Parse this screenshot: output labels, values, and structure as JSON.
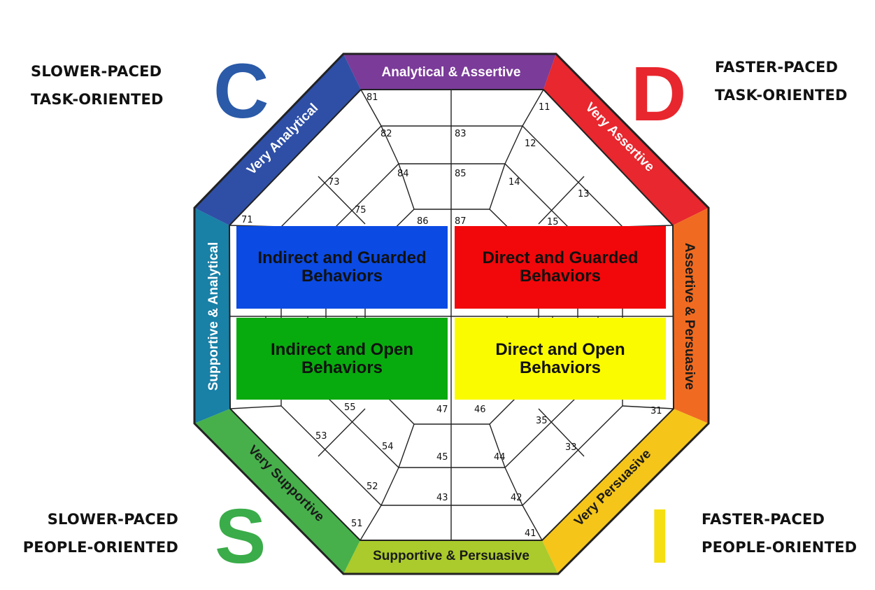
{
  "corners": {
    "top_left": [
      "SLOWER-PACED",
      "TASK-ORIENTED"
    ],
    "top_right": [
      "FASTER-PACED",
      "TASK-ORIENTED"
    ],
    "bottom_left": [
      "SLOWER-PACED",
      "PEOPLE-ORIENTED"
    ],
    "bottom_right": [
      "FASTER-PACED",
      "PEOPLE-ORIENTED"
    ]
  },
  "letters": {
    "c": "C",
    "d": "D",
    "s": "S",
    "i": "I"
  },
  "letter_colors": {
    "c": "#2a5aa8",
    "d": "#e8262d",
    "s": "#3aac49",
    "i": "#f5df12"
  },
  "band_labels": {
    "top": "Analytical & Assertive",
    "top_right": "Very Assertive",
    "right": "Assertive & Persuasive",
    "bottom_right": "Very Persuasive",
    "bottom": "Supportive & Persuasive",
    "bottom_left": "Very Supportive",
    "left": "Supportive & Analytical",
    "top_left": "Very Analytical"
  },
  "band_colors": {
    "top": "#7a3a9a",
    "top_right": "#e8262d",
    "right": "#f06a1f",
    "bottom_right": "#f5c419",
    "bottom": "#b0cc2a",
    "bottom_left": "#46b04a",
    "left": "#1a7fa8",
    "top_left": "#3050a8"
  },
  "quadrants": {
    "indirect_guarded": [
      "Indirect and Guarded",
      "Behaviors"
    ],
    "direct_guarded": [
      "Direct and Guarded",
      "Behaviors"
    ],
    "indirect_open": [
      "Indirect and Open",
      "Behaviors"
    ],
    "direct_open": [
      "Direct and Open",
      "Behaviors"
    ]
  },
  "quadrant_colors": {
    "indirect_guarded": "#0b4ae3",
    "direct_guarded": "#f2080a",
    "indirect_open": "#08ab0e",
    "direct_open": "#fbfb00"
  },
  "cell_numbers": {
    "top": [
      "81",
      "82",
      "83",
      "84",
      "85",
      "86",
      "87"
    ],
    "top_right": [
      "11",
      "12",
      "13",
      "14",
      "15"
    ],
    "top_left": [
      "71",
      "73",
      "75"
    ],
    "right": [
      "31"
    ],
    "bottom_right": [
      "33",
      "35",
      "41",
      "42",
      "44",
      "46"
    ],
    "bottom": [
      "43",
      "45",
      "47"
    ],
    "bottom_left": [
      "51",
      "52",
      "53",
      "54",
      "55"
    ]
  }
}
